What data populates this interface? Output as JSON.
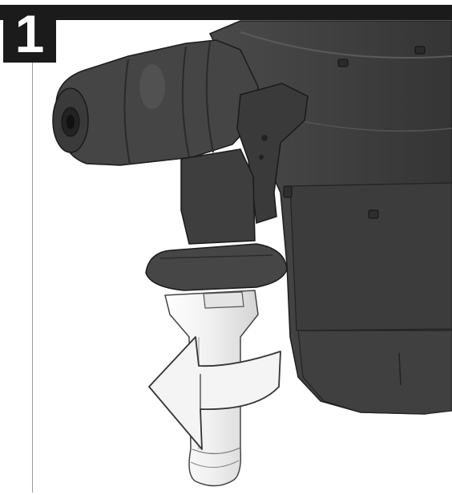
{
  "step": {
    "number": "1"
  },
  "illustration": {
    "subject": "rotary-hammer-drill",
    "arrow_direction": "counterclockwise",
    "colors": {
      "tool_body": "#3f3f3f",
      "tool_dark": "#2a2a2a",
      "handle": "#f2f2f2",
      "arrow": "#f4f4f4",
      "bar": "#1b1b1b"
    }
  }
}
